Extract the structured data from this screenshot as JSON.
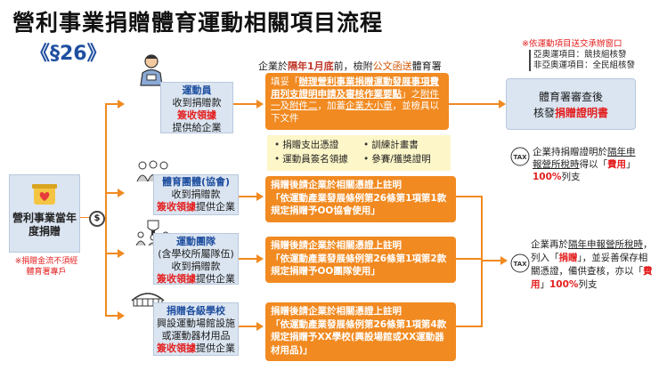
{
  "title": "營利事業捐贈體育運動相關項目流程",
  "law": "《§26》",
  "top_note": {
    "prefix": "企業於",
    "deadline": "隔年1月底",
    "mid": "前，檢附",
    "doc": "公文函送",
    "suffix": "體育署"
  },
  "donor": {
    "label": "營利事業當年度捐贈",
    "note": "※捐贈金流不須經體育署專戶",
    "icon": "money-jar-icon"
  },
  "branches": [
    {
      "icon": "athlete-icon",
      "lines": [
        "運動員",
        "收到捐贈款"
      ],
      "highlight": "簽收領據",
      "tail": "提供給企業"
    },
    {
      "icon": "team-icon",
      "lines": [
        "體育團體(協會)",
        "收到捐贈款"
      ],
      "highlight": "簽收領據",
      "tail": "提供企業"
    },
    {
      "icon": "trophy-team-icon",
      "lines": [
        "運動團隊",
        "(含學校所屬隊伍)",
        "收到捐贈款"
      ],
      "highlight": "簽收領據",
      "tail": "提供企業"
    },
    {
      "icon": "stadium-icon",
      "lines": [
        "捐贈各級學校",
        "興設運動場館設施",
        "或運動器材用品"
      ],
      "highlight": "簽收領據",
      "tail": "提供企業"
    }
  ],
  "step1": {
    "text_a": "填妥「",
    "form_name": "辦理營利事業捐贈運動發展事項費用列支證明申請及審核作業要點",
    "text_b": "」之",
    "att1": "附件一",
    "text_c": "及",
    "att2": "附件二",
    "text_d": "，加蓋",
    "stamp": "企業大小章",
    "text_e": "，並檢具以下文件"
  },
  "documents": [
    "捐贈支出憑證",
    "訓練計畫書",
    "運動員簽名領據",
    "參賽/獲獎證明"
  ],
  "sport_admin": {
    "line1": "體育署審查後",
    "line2_a": "核發",
    "line2_b": "捐贈證明書"
  },
  "window_note": {
    "title": "※依運動項目送交承辦窗口",
    "items": [
      "亞奧運項目：競技組核發",
      "非亞奧運項目：全民組核發"
    ]
  },
  "statements": [
    {
      "head": "捐贈後請企業於相關憑證上註明",
      "body": "「依運動產業發展條例第26條第1項第1款規定捐贈予OO協會使用」"
    },
    {
      "head": "捐贈後請企業於相關憑證上註明",
      "body": "「依運動產業發展條例第26條第1項第2款規定捐贈予OO團隊使用」"
    },
    {
      "head": "捐贈後請企業於相關憑證上註明",
      "body": "「依運動產業發展條例第26條第1項第4款規定捐贈予XX學校(興設場館或XX運動器材用品)」"
    }
  ],
  "tax_top": {
    "a": "企業持捐贈證明於",
    "b": "隔年申報營所稅時",
    "c": "得以「",
    "d": "費用",
    "e": "」",
    "f": "100%",
    "g": "列支"
  },
  "tax_bottom": {
    "a": "企業再於",
    "b": "隔年申報營所稅時",
    "c": "，列入「",
    "d": "捐贈",
    "e": "」，並妥善保存相關憑證，備供查核，亦以「",
    "f": "費用",
    "g": "」",
    "h": "100%",
    "i": "列支"
  },
  "dollar": "$",
  "tax_label": "TAX",
  "colors": {
    "orange": "#f18a21",
    "red": "#e41f1f",
    "blue_box": "#dbe5f1",
    "title_blue": "#1f4fa0"
  }
}
